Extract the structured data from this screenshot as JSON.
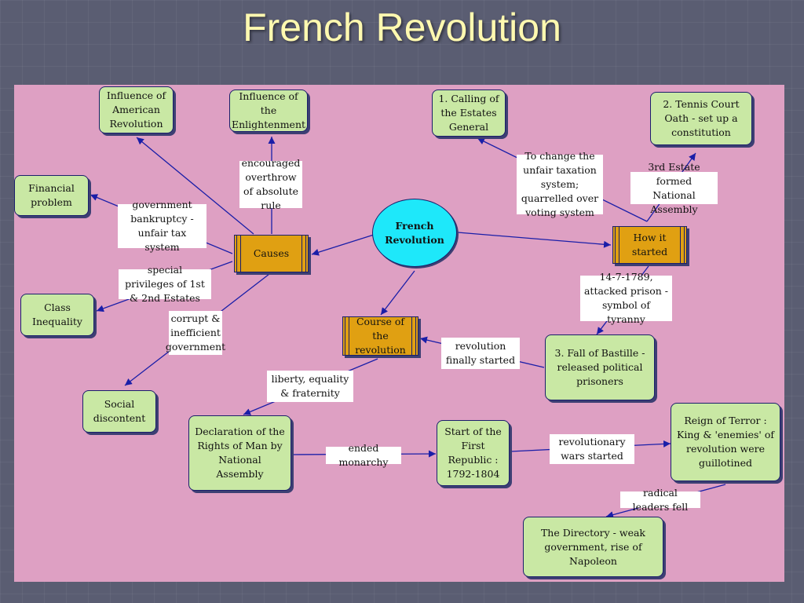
{
  "title": "French Revolution",
  "nodes": {
    "center": "French Revolution",
    "causes": "Causes",
    "how_started": "How it started",
    "course": "Course of the revolution",
    "american": "Influence of American Revolution",
    "enlightenment": "Influence of the Enlightenment",
    "financial": "Financial problem",
    "class": "Class Inequality",
    "social": "Social discontent",
    "estates": "1. Calling of the Estates General",
    "tennis": "2. Tennis Court Oath - set up a constitution",
    "bastille": "3. Fall of Bastille - released political prisoners",
    "declaration": "Declaration of the Rights of Man by National Assembly",
    "republic": "Start of the First Republic : 1792-1804",
    "terror": "Reign of Terror : King & 'enemies' of revolution were guillotined",
    "directory": "The Directory - weak government,  rise of Napoleon"
  },
  "links": {
    "encouraged": "encouraged overthrow of absolute rule",
    "bankruptcy": "government bankruptcy - unfair tax system",
    "privileges": "special privileges of 1st & 2nd Estates",
    "corrupt": "corrupt & inefficient government",
    "taxation": "To change the unfair taxation system; quarrelled over voting system",
    "third_estate": "3rd Estate formed National Assembly",
    "attacked": "14-7-1789, attacked prison - symbol of tyranny",
    "finally_started": "revolution finally started",
    "liberty": "liberty, equality & fraternity",
    "ended_monarchy": "ended monarchy",
    "wars": "revolutionary wars started",
    "radical": "radical leaders fell"
  }
}
